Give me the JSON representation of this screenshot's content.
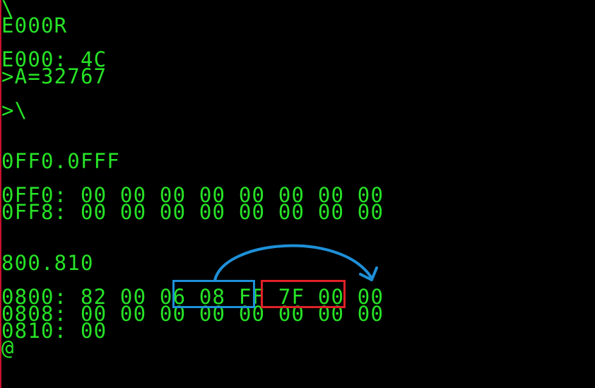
{
  "terminal": {
    "lines": [
      "\\",
      "E000R",
      "",
      "E000: 4C",
      ">A=32767",
      "",
      ">\\",
      "",
      "",
      "0FF0.0FFF",
      "",
      "0FF0: 00 00 00 00 00 00 00 00",
      "0FF8: 00 00 00 00 00 00 00 00",
      "",
      "",
      "800.810",
      "",
      "0800: 82 00 06 08 FF 7F 00 00",
      "0808: 00 00 00 00 00 00 00 00",
      "0810: 00",
      "@"
    ]
  },
  "annotations": {
    "blue_box_color": "#1e90d8",
    "red_box_color": "#e02027",
    "arrow_color": "#1e90d8",
    "text_color": "#27e327",
    "cursor_bar_color": "#c8102e"
  }
}
